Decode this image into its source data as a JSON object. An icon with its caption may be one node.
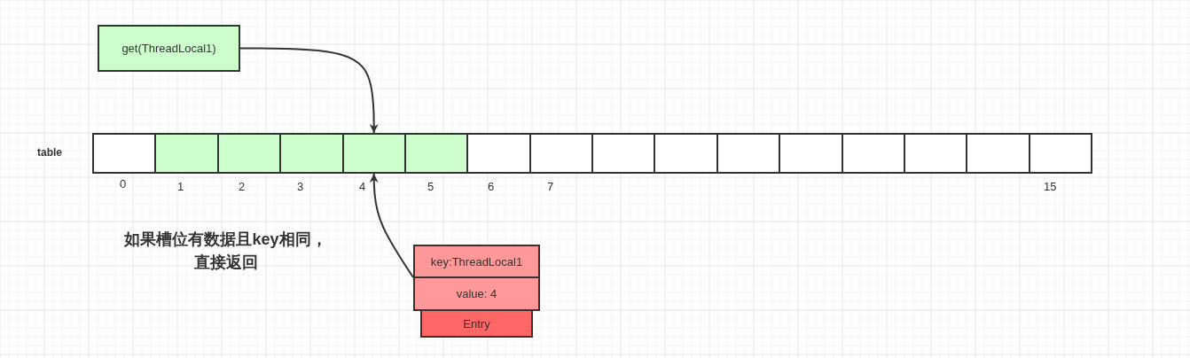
{
  "diagram": {
    "nodes": [
      {
        "text": [
          "get(ThreadLocal1)"
        ]
      },
      {
        "text": [],
        "shape": "box"
      },
      {
        "text": [],
        "shape": "box"
      },
      {
        "text": [],
        "shape": "box"
      },
      {
        "text": [],
        "shape": "box"
      },
      {
        "text": [],
        "shape": "box"
      },
      {
        "text": [],
        "shape": "box"
      },
      {
        "text": [],
        "shape": "box"
      },
      {
        "text": [],
        "shape": "box"
      },
      {
        "text": [],
        "shape": "box"
      },
      {
        "text": [],
        "shape": "box"
      },
      {
        "text": [],
        "shape": "box"
      },
      {
        "text": [],
        "shape": "box"
      },
      {
        "text": [],
        "shape": "box"
      },
      {
        "text": [],
        "shape": "box"
      },
      {
        "text": [],
        "shape": "box"
      },
      {
        "text": [],
        "shape": "box"
      },
      {
        "text": [
          "key:ThreadLocal1"
        ]
      },
      {
        "text": [
          "value: 4"
        ]
      },
      {
        "text": [
          "Entry"
        ]
      }
    ],
    "edges": [
      {
        "from": 0,
        "to": 5,
        "arrow": "to"
      },
      {
        "from": 17,
        "to": 5,
        "arrow": "to"
      }
    ],
    "labels": [
      "table",
      "0",
      "1",
      "2",
      "3",
      "4",
      "5",
      "6",
      "7",
      "15",
      "如果槽位有数据且key相同，直接返回"
    ]
  }
}
